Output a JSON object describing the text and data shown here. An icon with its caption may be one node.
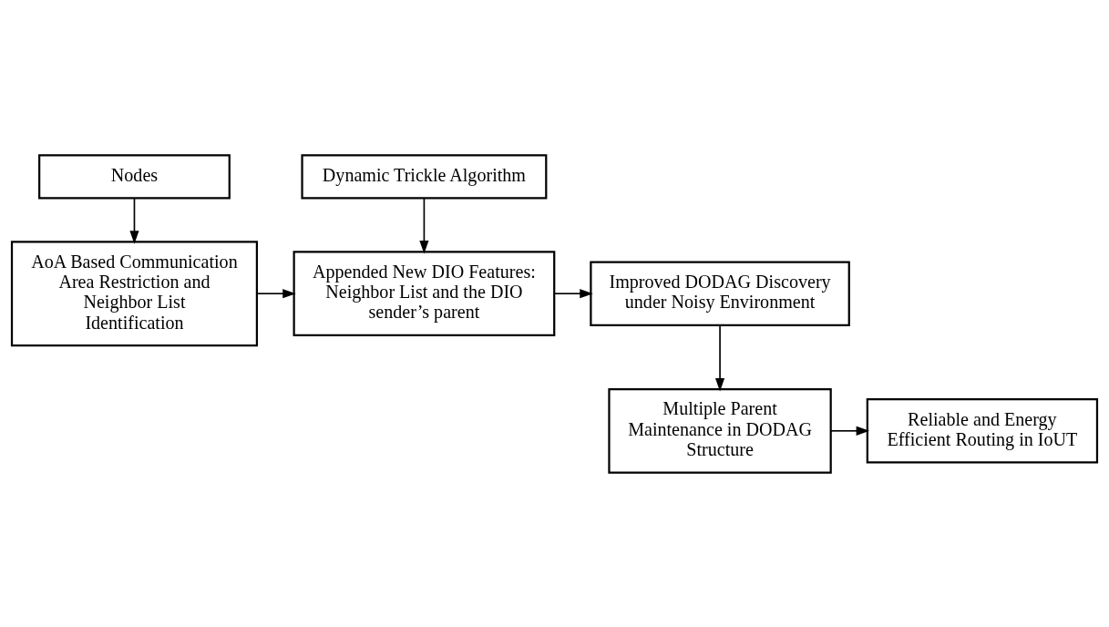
{
  "diagram": {
    "nodes": [
      {
        "text": [
          "Nodes"
        ]
      },
      {
        "text": [
          "Dynamic Trickle Algorithm"
        ]
      },
      {
        "text": [
          "AoA Based Communication Area Restriction and Neighbor List Identification"
        ]
      },
      {
        "text": [
          "Appended New DIO Features: Neighbor List and the DIO sender’s parent"
        ]
      },
      {
        "text": [
          "Improved DODAG Discovery under Noisy Environment"
        ]
      },
      {
        "text": [
          "Multiple Parent Maintenance in DODAG Structure"
        ]
      },
      {
        "text": [
          "Reliable and Energy Efficient Routing in IoUT"
        ]
      }
    ],
    "edges": [
      {
        "from": 0,
        "to": 2,
        "arrow": "to"
      },
      {
        "from": 1,
        "to": 3,
        "arrow": "to"
      },
      {
        "from": 2,
        "to": 3,
        "arrow": "to"
      },
      {
        "from": 3,
        "to": 4,
        "arrow": "to"
      },
      {
        "from": 4,
        "to": 5,
        "arrow": "to"
      },
      {
        "from": 5,
        "to": 6,
        "arrow": "to"
      }
    ]
  }
}
